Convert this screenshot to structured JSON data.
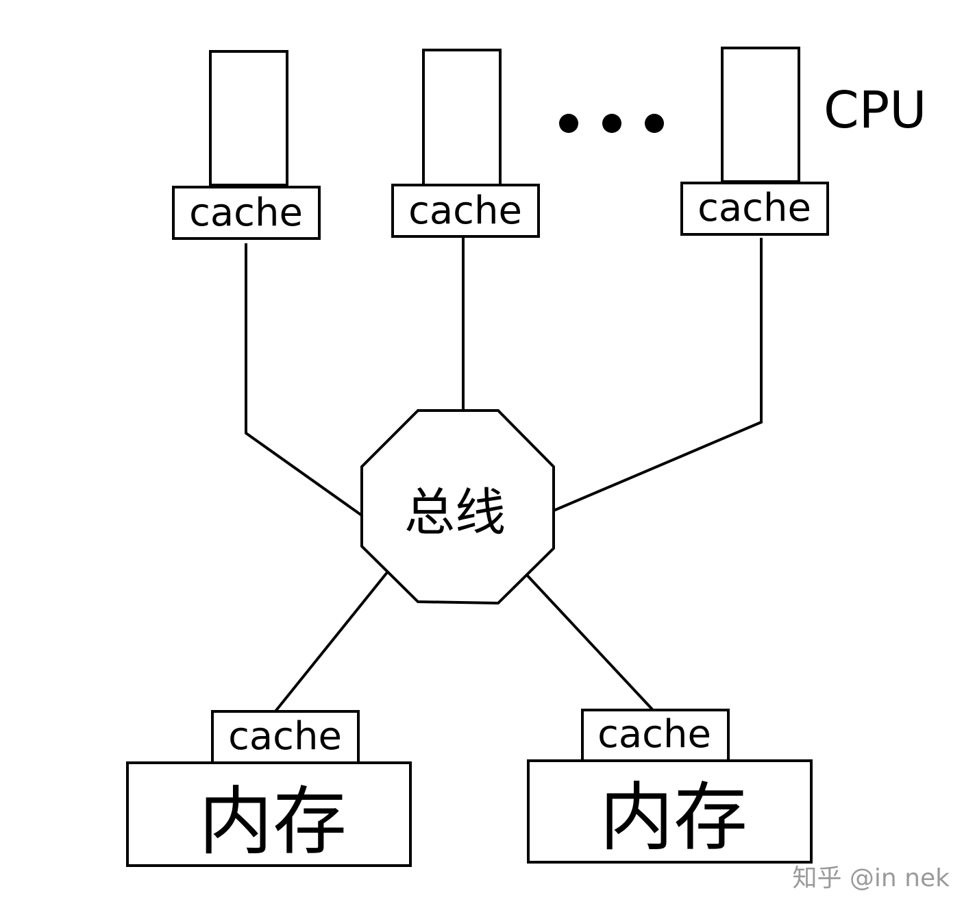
{
  "cpu_label": "CPU",
  "ellipsis_dots": 3,
  "cpus": [
    {
      "cache_label": "cache"
    },
    {
      "cache_label": "cache"
    },
    {
      "cache_label": "cache"
    }
  ],
  "bus": {
    "label": "总线"
  },
  "memories": [
    {
      "label": "内存",
      "cache_label": "cache"
    },
    {
      "label": "内存",
      "cache_label": "cache"
    }
  ],
  "watermark": "知乎 @in nek"
}
